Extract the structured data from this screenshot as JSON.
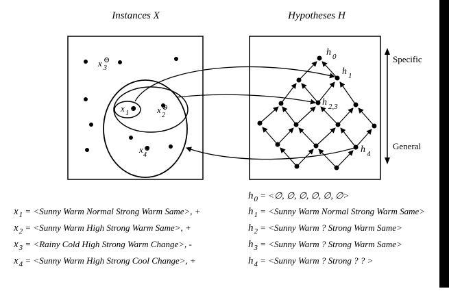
{
  "titles": {
    "instances": "Instances X",
    "hypotheses": "Hypotheses H"
  },
  "axis": {
    "specific": "Specific",
    "general": "General"
  },
  "labels": {
    "h0": "h",
    "h0_sub": "0",
    "h1": "h",
    "h1_sub": "1",
    "h23": "h",
    "h23_sub": "2,3",
    "h4": "h",
    "h4_sub": "4",
    "x1": "x",
    "x1_sub": "1",
    "x2": "x",
    "x2_sub": "2",
    "x3": "x",
    "x3_sub": "3",
    "x4": "x",
    "x4_sub": "4",
    "plus_sign": "⊕",
    "minus_sign": "⊖"
  },
  "instances": [
    {
      "sym": "x",
      "sub": "1",
      "text": "= <Sunny Warm Normal Strong Warm Same>, +"
    },
    {
      "sym": "x",
      "sub": "2",
      "text": "= <Sunny Warm High  Strong Warm Same>, +"
    },
    {
      "sym": "x",
      "sub": "3",
      "text": "= <Rainy Cold High Strong Warm Change>, -"
    },
    {
      "sym": "x",
      "sub": "4",
      "text": "= <Sunny Warm High Strong Cool Change>, +"
    }
  ],
  "hypotheses": [
    {
      "sym": "h",
      "sub": "0",
      "text": "= <∅, ∅, ∅,  ∅, ∅, ∅>"
    },
    {
      "sym": "h",
      "sub": "1",
      "text": "= <Sunny Warm Normal Strong Warm Same>"
    },
    {
      "sym": "h",
      "sub": "2",
      "text": "= <Sunny Warm  ?  Strong Warm Same>"
    },
    {
      "sym": "h",
      "sub": "3",
      "text": "= <Sunny Warm ? Strong Warm Same>"
    },
    {
      "sym": "h",
      "sub": "4",
      "text": "= <Sunny Warm  ?  Strong  ?  ? >"
    }
  ]
}
